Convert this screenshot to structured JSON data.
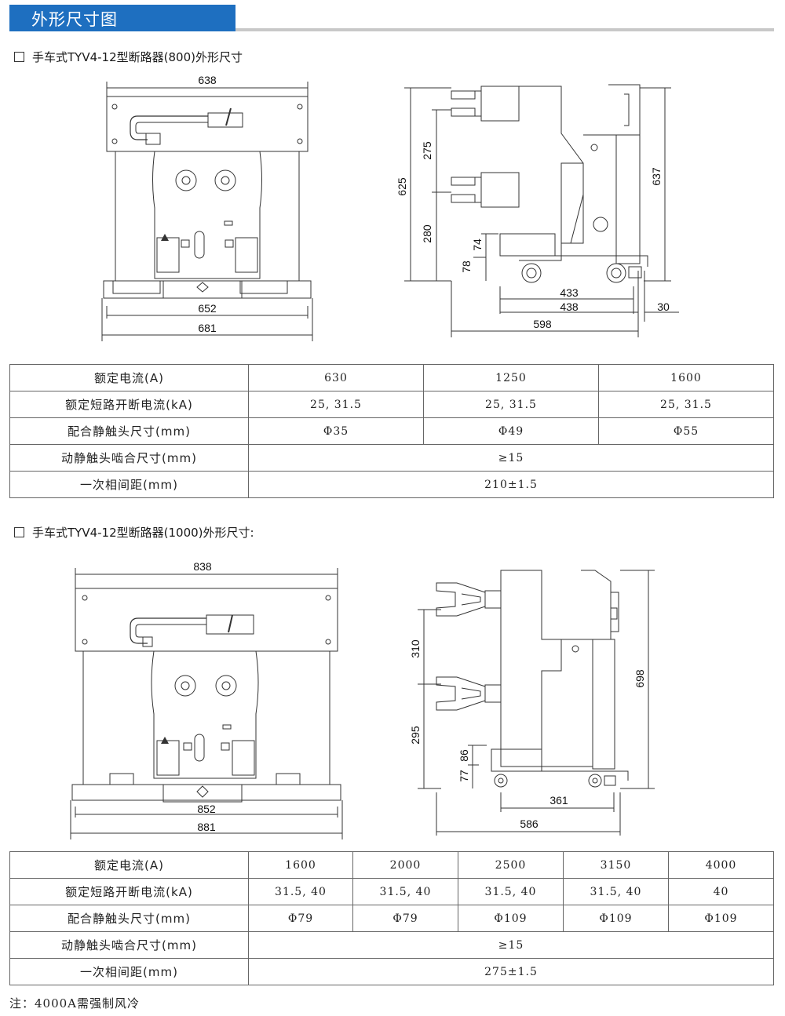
{
  "header": {
    "title": "外形尺寸图"
  },
  "section1": {
    "title": "手车式TYV4-12型断路器(800)外形尺寸",
    "front_dims": {
      "top": "638",
      "inner": "652",
      "outer": "681"
    },
    "side_dims": {
      "h_total": "625",
      "h_upper": "275",
      "h_lower": "280",
      "h_74": "74",
      "h_78": "78",
      "h_637": "637",
      "d_433": "433",
      "d_438": "438",
      "d_598": "598",
      "d_30": "30"
    },
    "table": {
      "rows": [
        {
          "label": "额定电流(A)",
          "cells": [
            "630",
            "1250",
            "1600"
          ]
        },
        {
          "label": "额定短路开断电流(kA)",
          "cells": [
            "25, 31.5",
            "25, 31.5",
            "25, 31.5"
          ]
        },
        {
          "label": "配合静触头尺寸(mm)",
          "cells": [
            "Φ35",
            "Φ49",
            "Φ55"
          ]
        },
        {
          "label": "动静触头啮合尺寸(mm)",
          "cells": [
            "≥15"
          ]
        },
        {
          "label": "一次相间距(mm)",
          "cells": [
            "210±1.5"
          ]
        }
      ]
    }
  },
  "section2": {
    "title": "手车式TYV4-12型断路器(1000)外形尺寸:",
    "front_dims": {
      "top": "838",
      "inner": "852",
      "outer": "881"
    },
    "side_dims": {
      "h_upper": "310",
      "h_lower": "295",
      "h_86": "86",
      "h_77": "77",
      "h_698": "698",
      "d_361": "361",
      "d_586": "586"
    },
    "table": {
      "rows": [
        {
          "label": "额定电流(A)",
          "cells": [
            "1600",
            "2000",
            "2500",
            "3150",
            "4000"
          ]
        },
        {
          "label": "额定短路开断电流(kA)",
          "cells": [
            "31.5, 40",
            "31.5, 40",
            "31.5, 40",
            "31.5, 40",
            "40"
          ]
        },
        {
          "label": "配合静触头尺寸(mm)",
          "cells": [
            "Φ79",
            "Φ79",
            "Φ109",
            "Φ109",
            "Φ109"
          ]
        },
        {
          "label": "动静触头啮合尺寸(mm)",
          "cells": [
            "≥15"
          ]
        },
        {
          "label": "一次相间距(mm)",
          "cells": [
            "275±1.5"
          ]
        }
      ]
    }
  },
  "note": "注：4000A需强制风冷"
}
